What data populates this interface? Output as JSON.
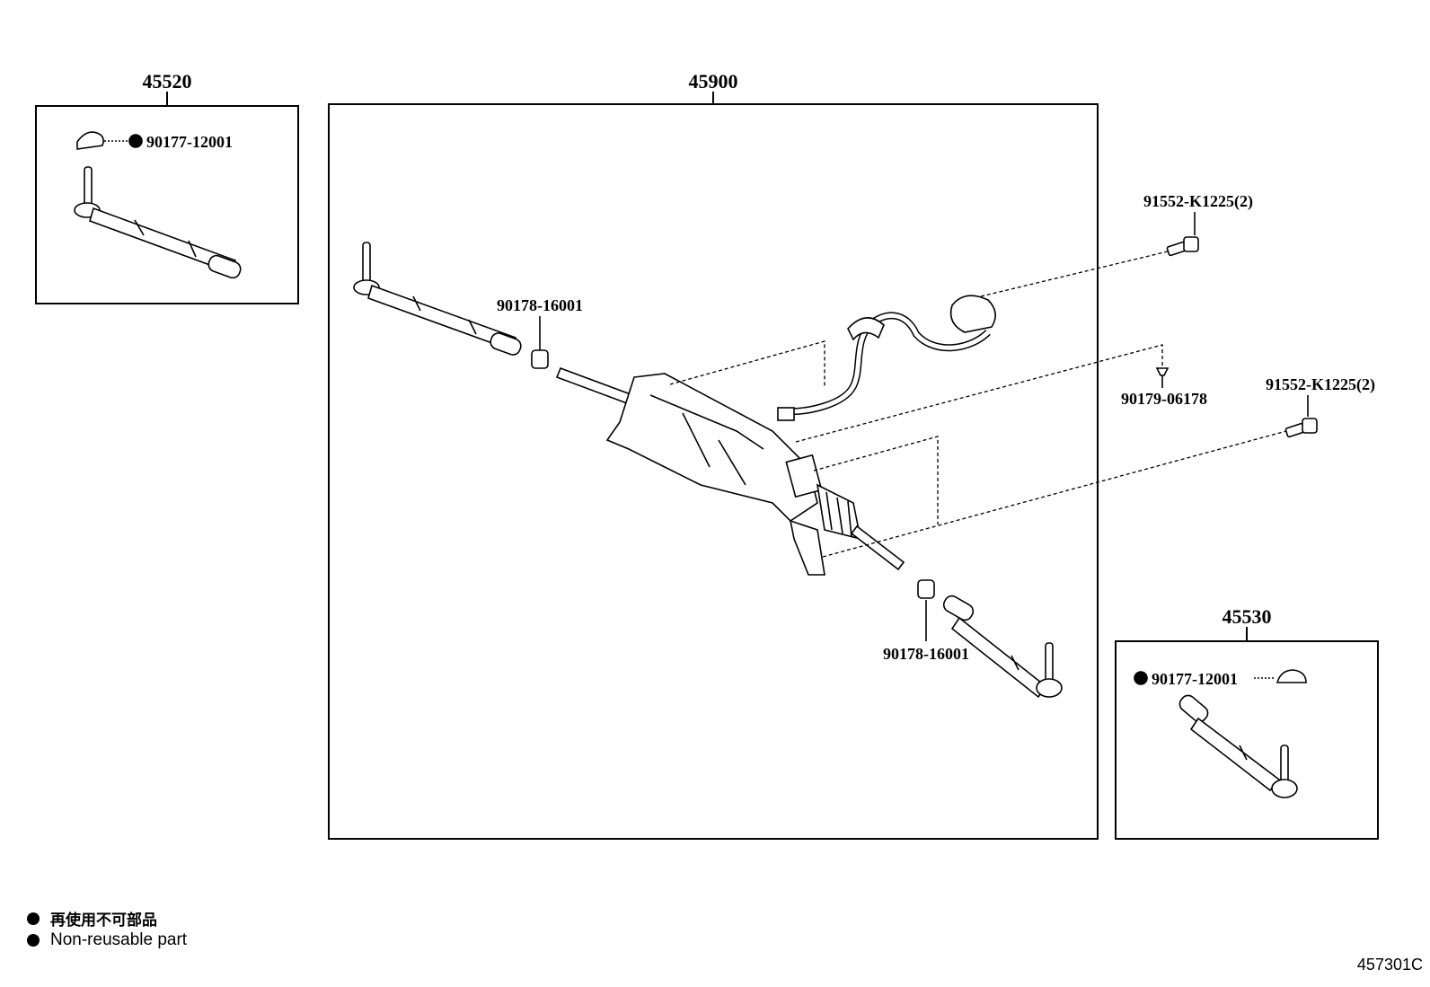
{
  "groups": {
    "left_tie_rod_end": "45520",
    "gear_assembly": "45900",
    "right_tie_rod_end": "45530"
  },
  "parts": {
    "nut_left_end": "90177-12001",
    "nut_right_end": "90177-12001",
    "lock_nut_left": "90178-16001",
    "lock_nut_right": "90178-16001",
    "bolt_upper": "91552-K1225(2)",
    "bolt_lower": "91552-K1225(2)",
    "clip": "90179-06178"
  },
  "legend": {
    "jp": "再使用不可部品",
    "en": "Non-reusable part"
  },
  "diagram_code": "457301C"
}
